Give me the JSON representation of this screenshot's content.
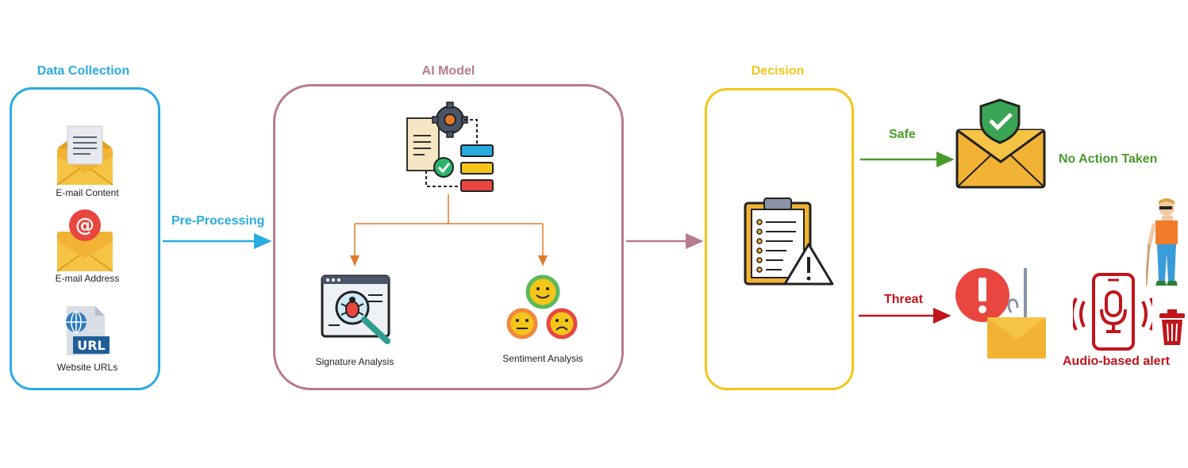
{
  "stages": {
    "data_collection": {
      "title": "Data Collection",
      "items": [
        {
          "label": "E-mail Content",
          "icon": "envelope-letter-icon"
        },
        {
          "label": "E-mail Address",
          "icon": "envelope-at-icon"
        },
        {
          "label": "Website URLs",
          "icon": "url-document-icon"
        }
      ]
    },
    "ai_model": {
      "title": "AI Model",
      "branches": [
        {
          "label": "Signature Analysis",
          "icon": "bug-search-icon"
        },
        {
          "label": "Sentiment Analysis",
          "icon": "emoji-sentiment-icon"
        }
      ]
    },
    "decision": {
      "title": "Decision",
      "icon": "clipboard-warning-icon"
    }
  },
  "flows": {
    "pre_processing": "Pre-Processing",
    "safe": "Safe",
    "threat": "Threat"
  },
  "outcomes": {
    "safe": "No Action Taken",
    "threat": "Audio-based alert"
  },
  "colors": {
    "data_collection": "#29abe2",
    "ai_model": "#b77a8f",
    "decision": "#f5c518",
    "branch_arrow": "#e07b2a",
    "safe": "#4a9a2a",
    "threat": "#c0151b"
  }
}
